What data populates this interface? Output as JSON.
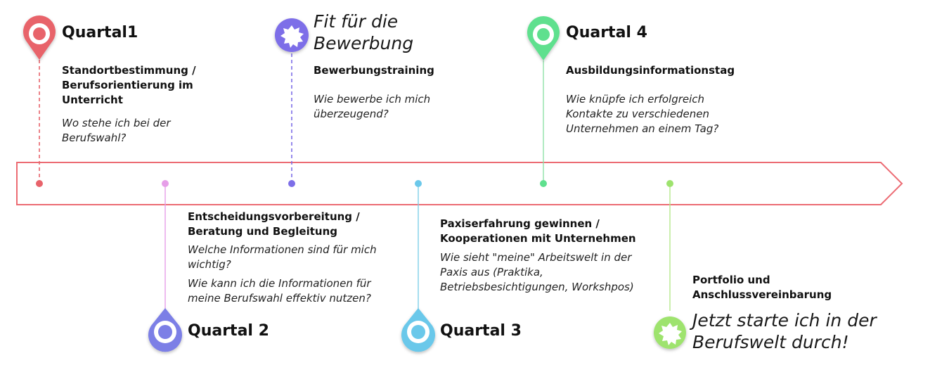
{
  "colors": {
    "arrow": "#ec6b73",
    "q1": "#e8636b",
    "q1_line": "#e8636b",
    "q2": "#7b7fe6",
    "q2_line": "#e69ee8",
    "bewerbung": "#7d6ee8",
    "bewerbung_line": "#7d6ee8",
    "q3": "#6bc8ea",
    "q3_line": "#7fcfe8",
    "q4": "#5fe08e",
    "q4_line": "#8fe0a8",
    "portfolio": "#9ee36e",
    "portfolio_line": "#b5e88c"
  },
  "icons": {
    "q1": "map-pin-icon",
    "q2": "drop-pin-icon",
    "bewerbung": "seal-badge-icon",
    "q3": "drop-pin-icon",
    "q4": "map-pin-icon",
    "portfolio": "seal-badge-icon"
  },
  "milestones": {
    "q1": {
      "title": "Quartal1",
      "topic": "Standortbestimmung / Berufsorientierung im Unterricht",
      "question": "Wo stehe ich bei der Berufswahl?"
    },
    "bewerbung": {
      "title": "Fit für die Bewerbung",
      "topic": "Bewerbungstraining",
      "question": "Wie bewerbe ich mich überzeugend?"
    },
    "q4": {
      "title": "Quartal 4",
      "topic": "Ausbildungsinformationstag",
      "question": "Wie knüpfe ich erfolgreich Kontakte zu verschiedenen Unternehmen an einem Tag?"
    },
    "q2": {
      "title": "Quartal 2",
      "topic": "Entscheidungsvorbereitung / Beratung und Begleitung",
      "question_1": "Welche Informationen sind für mich wichtig?",
      "question_2": "Wie kann ich die Informationen für meine Berufswahl effektiv nutzen?"
    },
    "q3": {
      "title": "Quartal 3",
      "topic": "Paxiserfahrung gewinnen / Kooperationen mit Unternehmen",
      "question": "Wie sieht \"meine\" Arbeitswelt in der Paxis aus (Praktika, Betriebsbesichtigungen, Workshpos)"
    },
    "portfolio": {
      "topic": "Portfolio und Anschlussvereinbarung",
      "title": "Jetzt starte ich in der Berufswelt durch!"
    }
  }
}
